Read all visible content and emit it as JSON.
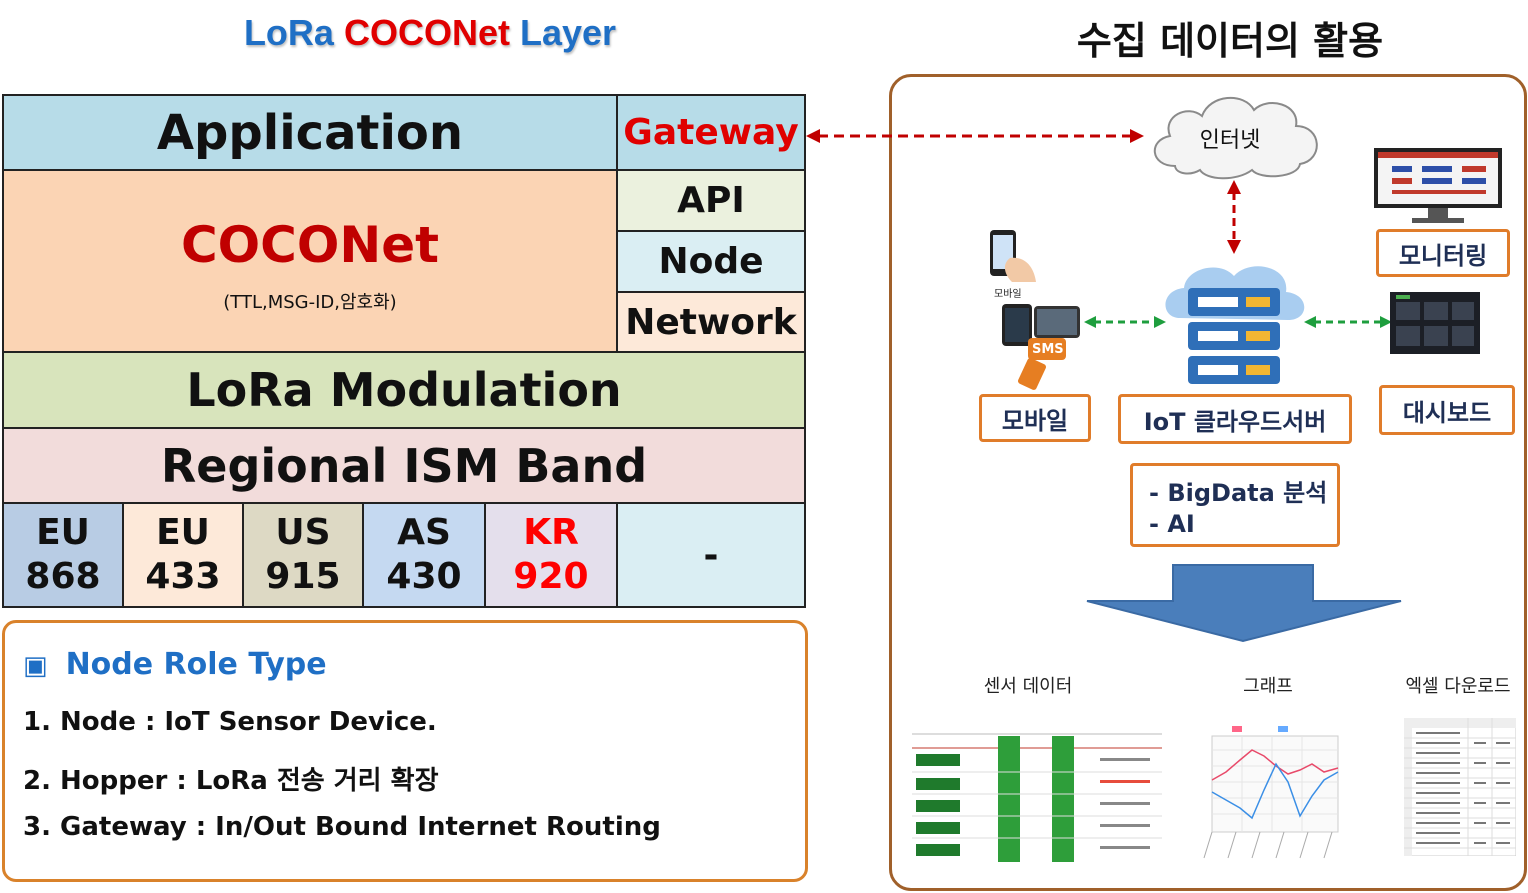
{
  "titles": {
    "left_lora": "LoRa",
    "left_coconet": "COCONet",
    "left_layer": "Layer",
    "right": "수집 데이터의 활용"
  },
  "stack": {
    "application": "Application",
    "gateway": "Gateway",
    "coconet": "COCONet",
    "coconet_sub": "(TTL,MSG-ID,암호화)",
    "api": "API",
    "node": "Node",
    "network": "Network",
    "modulation": "LoRa Modulation",
    "ism": "Regional ISM Band",
    "bands": [
      {
        "region": "EU",
        "freq": "868"
      },
      {
        "region": "EU",
        "freq": "433"
      },
      {
        "region": "US",
        "freq": "915"
      },
      {
        "region": "AS",
        "freq": "430"
      },
      {
        "region": "KR",
        "freq": "920"
      }
    ],
    "dash": "-"
  },
  "roles": {
    "heading_icon": "▣",
    "heading": "Node Role Type",
    "items": [
      "1. Node : IoT Sensor Device.",
      "2. Hopper : LoRa 전송 거리 확장",
      "3. Gateway : In/Out Bound Internet Routing"
    ]
  },
  "usage": {
    "internet": "인터넷",
    "monitoring": "모니터링",
    "mobile": "모바일",
    "mobile_small": "모바일",
    "sms": "SMS",
    "cloud_server": "IoT 클라우드서버",
    "dashboard": "대시보드",
    "analysis": [
      "- BigData 분석",
      "- AI"
    ],
    "outputs": {
      "sensor": "센서 데이터",
      "graph": "그래프",
      "excel": "엑셀 다운로드"
    }
  },
  "colors": {
    "app_bg": "#b7dce8",
    "coconet_bg": "#fbd4b4",
    "modulation_bg": "#d8e4bc",
    "ism_bg": "#f2dcdb",
    "accent_red": "#c00000",
    "blue_title": "#1f6fc5",
    "orange_border": "#d9822b"
  }
}
